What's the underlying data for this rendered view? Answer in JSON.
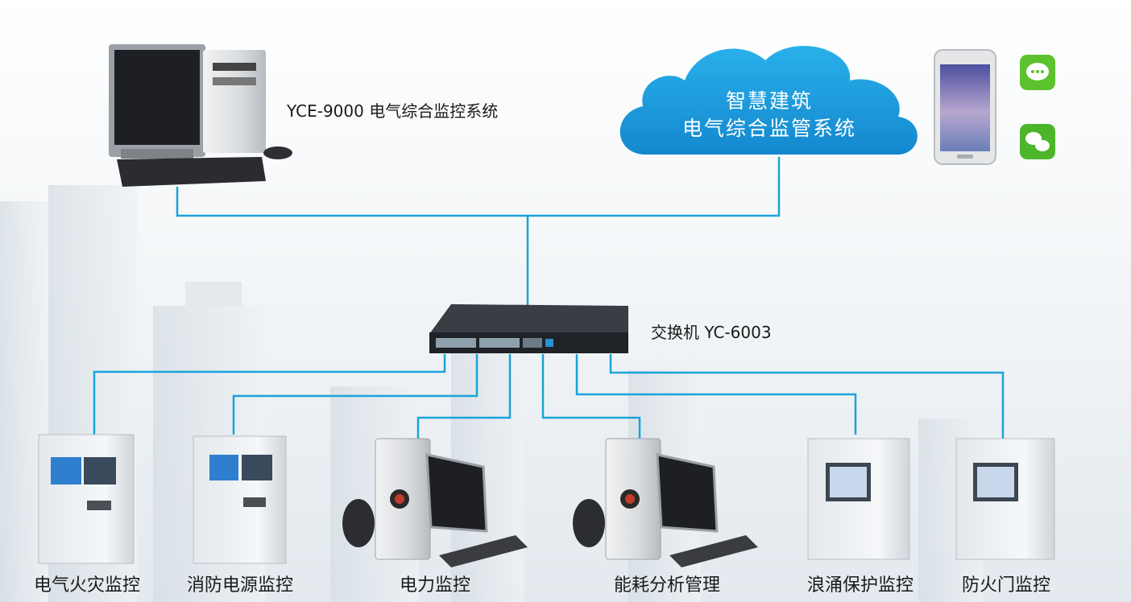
{
  "system_label": "YCE-9000 电气综合监控系统",
  "cloud": {
    "line1": "智慧建筑",
    "line2": "电气综合监管系统"
  },
  "switch_label": "交换机 YC-6003",
  "devices": [
    {
      "label": "电气火灾监控"
    },
    {
      "label": "消防电源监控"
    },
    {
      "label": "电力监控"
    },
    {
      "label": "能耗分析管理"
    },
    {
      "label": "浪涌保护监控"
    },
    {
      "label": "防火门监控"
    }
  ],
  "colors": {
    "line": "#1aa3d9",
    "cloud": "#1e9ee0",
    "background": "#e9eef2"
  }
}
